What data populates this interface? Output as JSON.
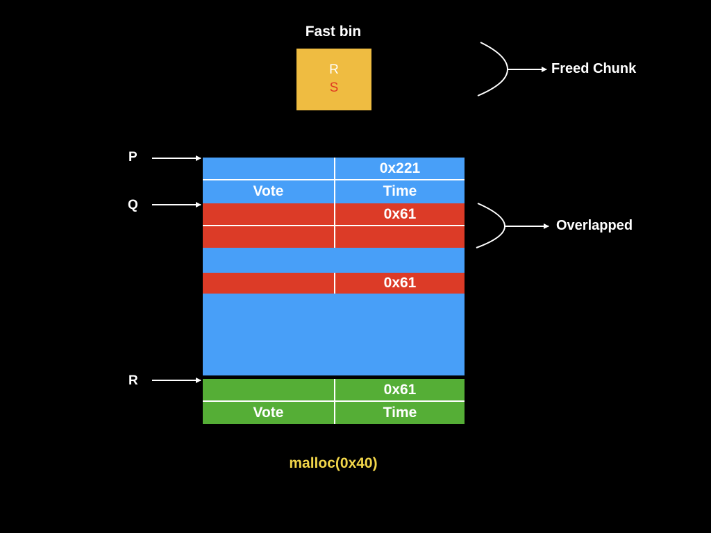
{
  "fast_bin": {
    "title": "Fast bin",
    "entries": [
      {
        "label": "R",
        "color": "#ffffff"
      },
      {
        "label": "S",
        "color": "#e03a22"
      }
    ],
    "box_color": "#efbc41"
  },
  "annotations": {
    "freed_chunk": "Freed Chunk",
    "overlapped": "Overlapped"
  },
  "pointers": {
    "p": "P",
    "q": "Q",
    "r": "R"
  },
  "colors": {
    "blue": "#489ff8",
    "red": "#dc3b27",
    "green": "#55ae36",
    "background": "#000000",
    "footer_text": "#f2d64a"
  },
  "memory": {
    "rows": [
      {
        "color": "blue",
        "left": "",
        "right": "0x221",
        "divider": true
      },
      {
        "color": "blue",
        "left": "Vote",
        "right": "Time",
        "divider": true
      },
      {
        "color": "red",
        "left": "",
        "right": "0x61",
        "divider": true
      },
      {
        "color": "red",
        "left": "",
        "right": "",
        "divider": true
      },
      {
        "color": "blue",
        "left": "",
        "right": "",
        "divider": false
      },
      {
        "color": "red",
        "left": "",
        "right": "0x61",
        "divider": true
      },
      {
        "color": "blue",
        "left": "",
        "right": "",
        "divider": false
      },
      {
        "color": "green",
        "left": "",
        "right": "0x61",
        "divider": true
      },
      {
        "color": "green",
        "left": "Vote",
        "right": "Time",
        "divider": true
      }
    ]
  },
  "footer": "malloc(0x40)"
}
